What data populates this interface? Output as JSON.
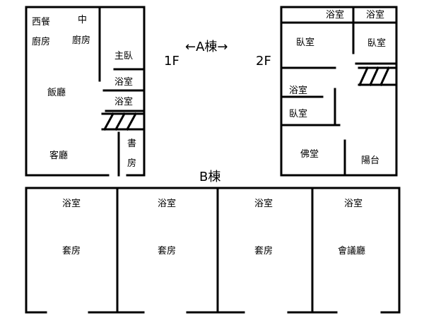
{
  "building_a": {
    "title": "←A棟→",
    "floor1": {
      "label": "1F",
      "rooms": {
        "west_kitchen": [
          "西餐",
          "廚房"
        ],
        "chinese_kitchen": [
          "中",
          "廚房"
        ],
        "master_bedroom": "主臥",
        "bathroom_1": "浴室",
        "bathroom_2": "浴室",
        "dining_room": "飯廳",
        "living_room": "客廳",
        "study": [
          "書",
          "房"
        ]
      }
    },
    "floor2": {
      "label": "2F",
      "rooms": {
        "bathroom_top_left": "浴室",
        "bathroom_top_right": "浴室",
        "bedroom_left": "臥室",
        "bedroom_right": "臥室",
        "bathroom_mid": "浴室",
        "bedroom_small": "臥室",
        "buddha_hall": "佛堂",
        "balcony": "陽台"
      }
    }
  },
  "building_b": {
    "title": "B棟",
    "units": [
      {
        "bath": "浴室",
        "room": "套房"
      },
      {
        "bath": "浴室",
        "room": "套房"
      },
      {
        "bath": "浴室",
        "room": "套房"
      },
      {
        "bath": "浴室",
        "room": "會議廳"
      }
    ]
  }
}
